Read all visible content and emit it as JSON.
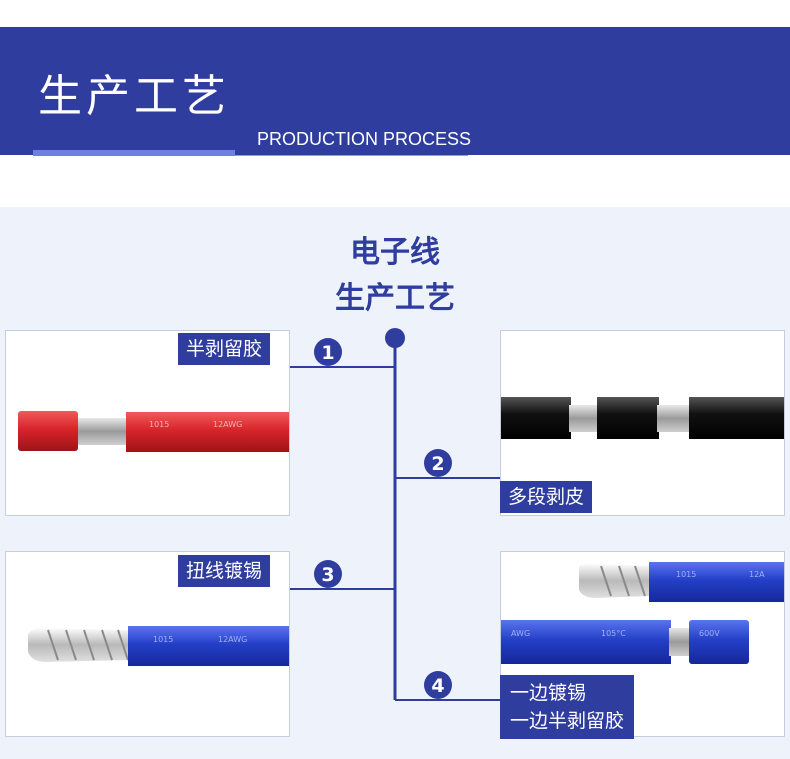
{
  "header": {
    "title_cn": "生产工艺",
    "title_en": "PRODUCTION PROCESS"
  },
  "center_title": {
    "line1": "电子线",
    "line2": "生产工艺"
  },
  "steps": [
    {
      "number": "1",
      "label": "半剥留胶"
    },
    {
      "number": "2",
      "label": "多段剥皮"
    },
    {
      "number": "3",
      "label": "扭线镀锡"
    },
    {
      "number": "4",
      "label_line1": "一边镀锡",
      "label_line2": "一边半剥留胶"
    }
  ],
  "wire_print": {
    "red": [
      "1015",
      "12AWG"
    ],
    "blue": [
      "1015",
      "12AWG"
    ],
    "blue_right_top": [
      "1015",
      "12A"
    ],
    "blue_right_bottom": [
      "AWG",
      "105°C",
      "600V"
    ]
  },
  "colors": {
    "brand_blue": "#2f3e9e",
    "panel_bg": "#eef3fb",
    "wire_red": "#d8242b",
    "wire_black": "#111111",
    "wire_blue": "#2440c8"
  }
}
